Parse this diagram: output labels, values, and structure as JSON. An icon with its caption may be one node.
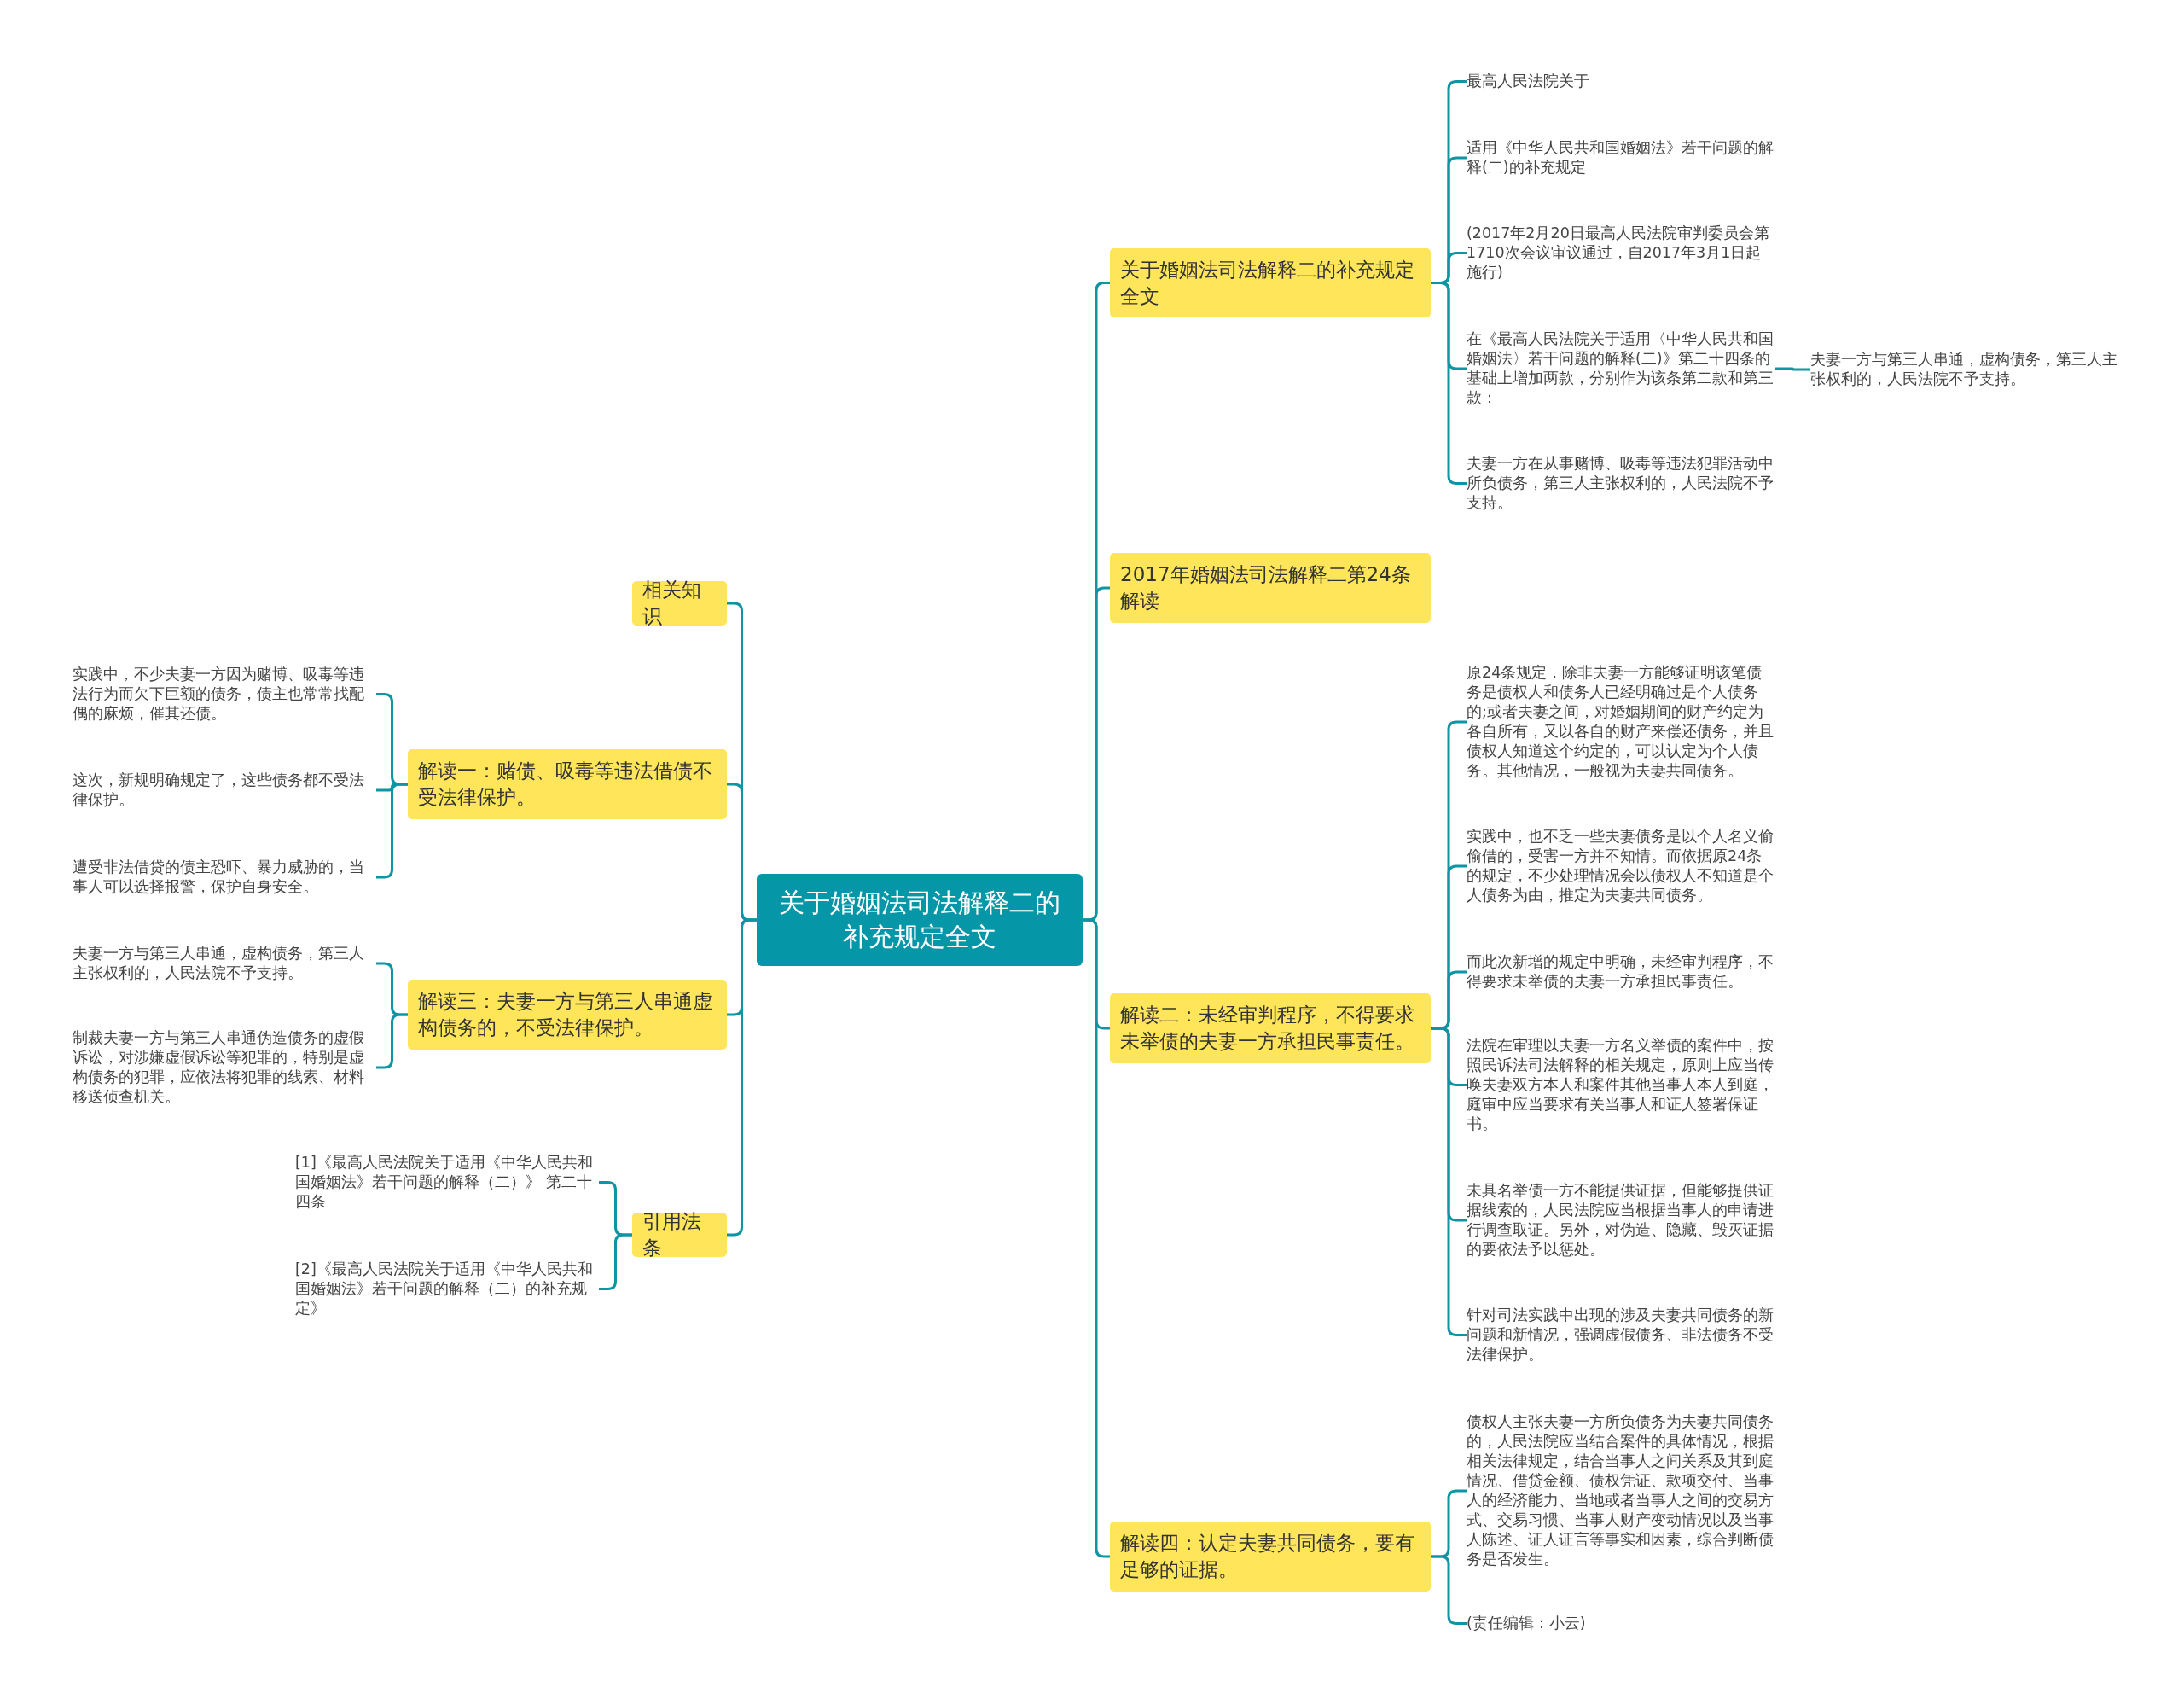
{
  "diagram": {
    "nodes": [
      {
        "text": [
          "关于婚姻法司法解释二的补充规定全文"
        ]
      },
      {
        "text": [
          "关于婚姻法司法解释二的补充规定全文"
        ]
      },
      {
        "text": [
          "最高人民法院关于"
        ]
      },
      {
        "text": [
          "适用《中华人民共和国婚姻法》若干问题的解释(二)的补充规定"
        ]
      },
      {
        "text": [
          "(2017年2月20日最高人民法院审判委员会第1710次会议审议通过，自2017年3月1日起施行)"
        ]
      },
      {
        "text": [
          "在《最高人民法院关于适用〈中华人民共和国婚姻法〉若干问题的解释(二)》第二十四条的基础上增加两款，分别作为该条第二款和第三款："
        ]
      },
      {
        "text": [
          "夫妻一方与第三人串通，虚构债务，第三人主张权利的，人民法院不予支持。"
        ]
      },
      {
        "text": [
          "夫妻一方在从事赌博、吸毒等违法犯罪活动中所负债务，第三人主张权利的，人民法院不予支持。"
        ]
      },
      {
        "text": [
          "2017年婚姻法司法解释二第24条解读"
        ]
      },
      {
        "text": [
          "解读二：未经审判程序，不得要求未举债的夫妻一方承担民事责任。"
        ]
      },
      {
        "text": [
          "原24条规定，除非夫妻一方能够证明该笔债务是债权人和债务人已经明确过是个人债务的;或者夫妻之间，对婚姻期间的财产约定为各自所有，又以各自的财产来偿还债务，并且债权人知道这个约定的，可以认定为个人债务。其他情况，一般视为夫妻共同债务。"
        ]
      },
      {
        "text": [
          "实践中，也不乏一些夫妻债务是以个人名义偷偷借的，受害一方并不知情。而依据原24条的规定，不少处理情况会以债权人不知道是个人债务为由，推定为夫妻共同债务。"
        ]
      },
      {
        "text": [
          "而此次新增的规定中明确，未经审判程序，不得要求未举债的夫妻一方承担民事责任。"
        ]
      },
      {
        "text": [
          "法院在审理以夫妻一方名义举债的案件中，按照民诉法司法解释的相关规定，原则上应当传唤夫妻双方本人和案件其他当事人本人到庭，庭审中应当要求有关当事人和证人签署保证书。"
        ]
      },
      {
        "text": [
          "未具名举债一方不能提供证据，但能够提供证据线索的，人民法院应当根据当事人的申请进行调查取证。另外，对伪造、隐藏、毁灭证据的要依法予以惩处。"
        ]
      },
      {
        "text": [
          "针对司法实践中出现的涉及夫妻共同债务的新问题和新情况，强调虚假债务、非法债务不受法律保护。"
        ]
      },
      {
        "text": [
          "解读四：认定夫妻共同债务，要有足够的证据。"
        ]
      },
      {
        "text": [
          "债权人主张夫妻一方所负债务为夫妻共同债务的，人民法院应当结合案件的具体情况，根据相关法律规定，结合当事人之间关系及其到庭情况、借贷金额、债权凭证、款项交付、当事人的经济能力、当地或者当事人之间的交易方式、交易习惯、当事人财产变动情况以及当事人陈述、证人证言等事实和因素，综合判断债务是否发生。"
        ]
      },
      {
        "text": [
          "(责任编辑：小云)"
        ]
      },
      {
        "text": [
          "相关知识"
        ]
      },
      {
        "text": [
          "解读一：赌债、吸毒等违法借债不受法律保护。"
        ]
      },
      {
        "text": [
          "实践中，不少夫妻一方因为赌博、吸毒等违法行为而欠下巨额的债务，债主也常常找配偶的麻烦，催其还债。"
        ]
      },
      {
        "text": [
          "这次，新规明确规定了，这些债务都不受法律保护。"
        ]
      },
      {
        "text": [
          "遭受非法借贷的债主恐吓、暴力威胁的，当事人可以选择报警，保护自身安全。"
        ]
      },
      {
        "text": [
          "解读三：夫妻一方与第三人串通虚构债务的，不受法律保护。"
        ]
      },
      {
        "text": [
          "夫妻一方与第三人串通，虚构债务，第三人主张权利的，人民法院不予支持。"
        ]
      },
      {
        "text": [
          "制裁夫妻一方与第三人串通伪造债务的虚假诉讼，对涉嫌虚假诉讼等犯罪的，特别是虚构债务的犯罪，应依法将犯罪的线索、材料移送侦查机关。"
        ]
      },
      {
        "text": [
          "引用法条"
        ]
      },
      {
        "text": [
          "[1]《最高人民法院关于适用《中华人民共和国婚姻法》若干问题的解释（二）》 第二十四条"
        ]
      },
      {
        "text": [
          "[2]《最高人民法院关于适用《中华人民共和国婚姻法》若干问题的解释（二）的补充规定》"
        ]
      }
    ],
    "edges": [
      {
        "from": 0,
        "to": 1,
        "arrow": "none"
      },
      {
        "from": 1,
        "to": 2,
        "arrow": "none"
      },
      {
        "from": 1,
        "to": 3,
        "arrow": "none"
      },
      {
        "from": 1,
        "to": 4,
        "arrow": "none"
      },
      {
        "from": 1,
        "to": 5,
        "arrow": "none"
      },
      {
        "from": 5,
        "to": 6,
        "arrow": "none"
      },
      {
        "from": 1,
        "to": 7,
        "arrow": "none"
      },
      {
        "from": 0,
        "to": 8,
        "arrow": "none"
      },
      {
        "from": 0,
        "to": 9,
        "arrow": "none"
      },
      {
        "from": 9,
        "to": 10,
        "arrow": "none"
      },
      {
        "from": 9,
        "to": 11,
        "arrow": "none"
      },
      {
        "from": 9,
        "to": 12,
        "arrow": "none"
      },
      {
        "from": 9,
        "to": 13,
        "arrow": "none"
      },
      {
        "from": 9,
        "to": 14,
        "arrow": "none"
      },
      {
        "from": 9,
        "to": 15,
        "arrow": "none"
      },
      {
        "from": 0,
        "to": 16,
        "arrow": "none"
      },
      {
        "from": 16,
        "to": 17,
        "arrow": "none"
      },
      {
        "from": 16,
        "to": 18,
        "arrow": "none"
      },
      {
        "from": 0,
        "to": 19,
        "arrow": "none"
      },
      {
        "from": 0,
        "to": 20,
        "arrow": "none"
      },
      {
        "from": 20,
        "to": 21,
        "arrow": "none"
      },
      {
        "from": 20,
        "to": 22,
        "arrow": "none"
      },
      {
        "from": 20,
        "to": 23,
        "arrow": "none"
      },
      {
        "from": 0,
        "to": 24,
        "arrow": "none"
      },
      {
        "from": 24,
        "to": 25,
        "arrow": "none"
      },
      {
        "from": 24,
        "to": 26,
        "arrow": "none"
      },
      {
        "from": 0,
        "to": 27,
        "arrow": "none"
      },
      {
        "from": 27,
        "to": 28,
        "arrow": "none"
      },
      {
        "from": 27,
        "to": 29,
        "arrow": "none"
      }
    ]
  }
}
